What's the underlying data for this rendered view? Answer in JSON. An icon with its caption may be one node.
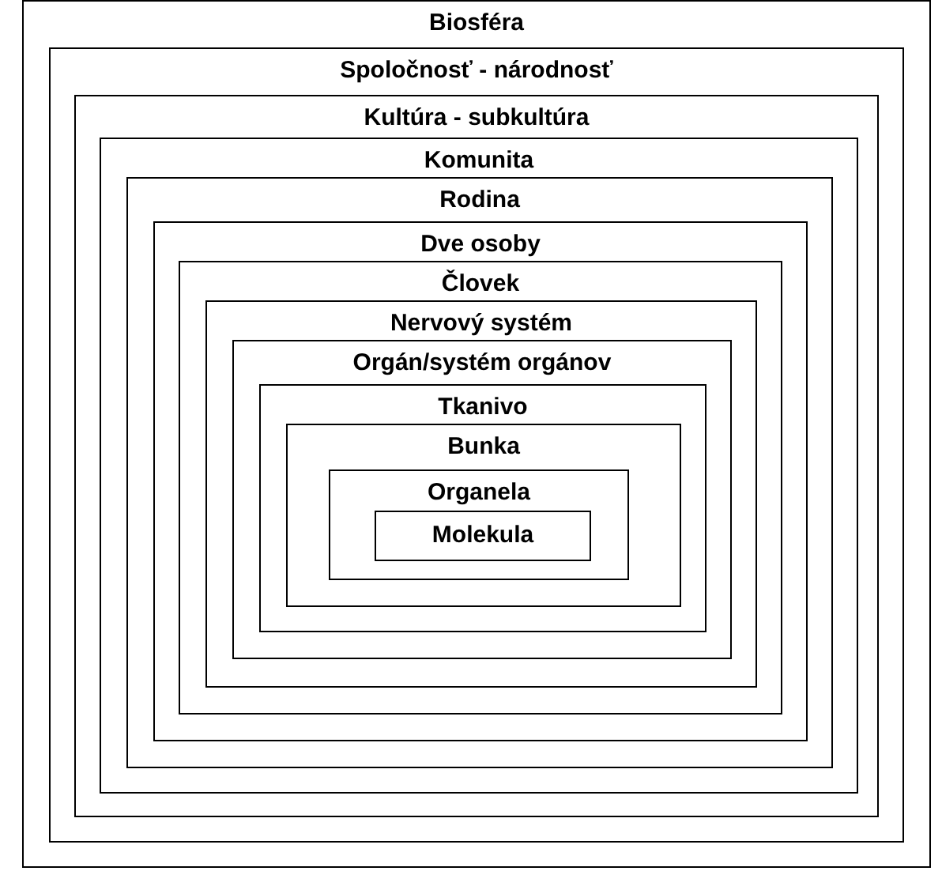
{
  "diagram": {
    "nodes": [
      {
        "text": [
          "Biosféra"
        ]
      },
      {
        "text": [
          "Spoločnosť - národnosť"
        ],
        "in": 0
      },
      {
        "text": [
          "Kultúra - subkultúra"
        ],
        "in": 1
      },
      {
        "text": [
          "Komunita"
        ],
        "in": 2
      },
      {
        "text": [
          "Rodina"
        ],
        "in": 3
      },
      {
        "text": [
          "Dve osoby"
        ],
        "in": 4
      },
      {
        "text": [
          "Človek"
        ],
        "in": 5
      },
      {
        "text": [
          "Nervový systém"
        ],
        "in": 6
      },
      {
        "text": [
          "Orgán/systém orgánov"
        ],
        "in": 7
      },
      {
        "text": [
          "Tkanivo"
        ],
        "in": 8
      },
      {
        "text": [
          "Bunka"
        ],
        "in": 9
      },
      {
        "text": [
          "Organela"
        ],
        "in": 10
      },
      {
        "text": [
          "Molekula"
        ],
        "in": 11
      }
    ]
  }
}
